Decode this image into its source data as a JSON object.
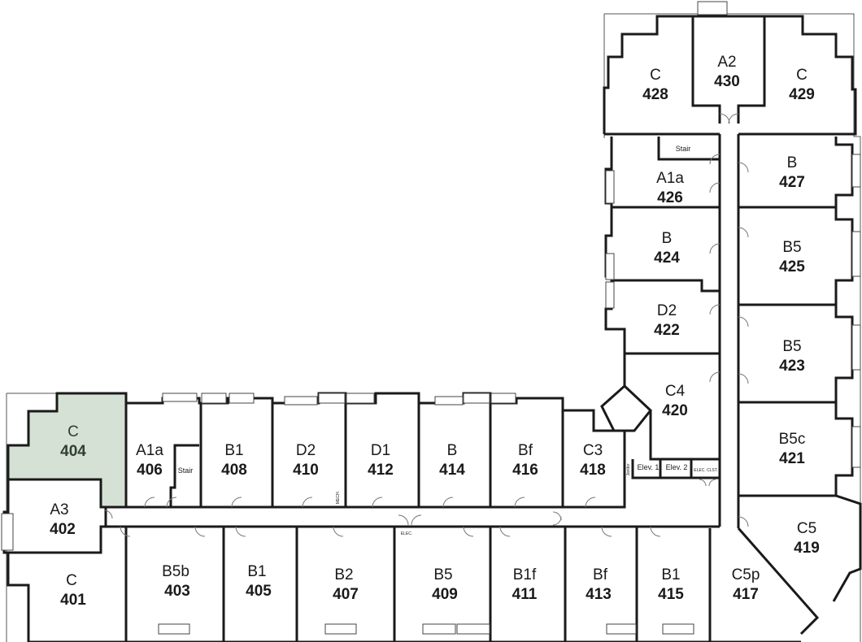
{
  "colors": {
    "wall": "#1a1a1a",
    "selected_fill": "#d5e1d4",
    "selected_text": "#2f3f33"
  },
  "selected_unit": "404",
  "units": [
    {
      "id": "428",
      "type": "C"
    },
    {
      "id": "430",
      "type": "A2"
    },
    {
      "id": "429",
      "type": "C"
    },
    {
      "id": "426",
      "type": "A1a"
    },
    {
      "id": "427",
      "type": "B"
    },
    {
      "id": "424",
      "type": "B"
    },
    {
      "id": "425",
      "type": "B5"
    },
    {
      "id": "422",
      "type": "D2"
    },
    {
      "id": "423",
      "type": "B5"
    },
    {
      "id": "420",
      "type": "C4"
    },
    {
      "id": "421",
      "type": "B5c"
    },
    {
      "id": "419",
      "type": "C5"
    },
    {
      "id": "404",
      "type": "C"
    },
    {
      "id": "406",
      "type": "A1a"
    },
    {
      "id": "408",
      "type": "B1"
    },
    {
      "id": "410",
      "type": "D2"
    },
    {
      "id": "412",
      "type": "D1"
    },
    {
      "id": "414",
      "type": "B"
    },
    {
      "id": "416",
      "type": "Bf"
    },
    {
      "id": "418",
      "type": "C3"
    },
    {
      "id": "402",
      "type": "A3"
    },
    {
      "id": "401",
      "type": "C"
    },
    {
      "id": "403",
      "type": "B5b"
    },
    {
      "id": "405",
      "type": "B1"
    },
    {
      "id": "407",
      "type": "B2"
    },
    {
      "id": "409",
      "type": "B5"
    },
    {
      "id": "411",
      "type": "B1f"
    },
    {
      "id": "413",
      "type": "Bf"
    },
    {
      "id": "415",
      "type": "B1"
    },
    {
      "id": "417",
      "type": "C5p"
    }
  ],
  "service": {
    "stair_east": "Stair",
    "stair_west": "Stair",
    "elev1": "Elev. 1",
    "elev2": "Elev. 2",
    "elec_clst": "ELEC. CLST.",
    "elec": "ELEC.",
    "mech": "MECH.",
    "janitor": "Janitor"
  }
}
